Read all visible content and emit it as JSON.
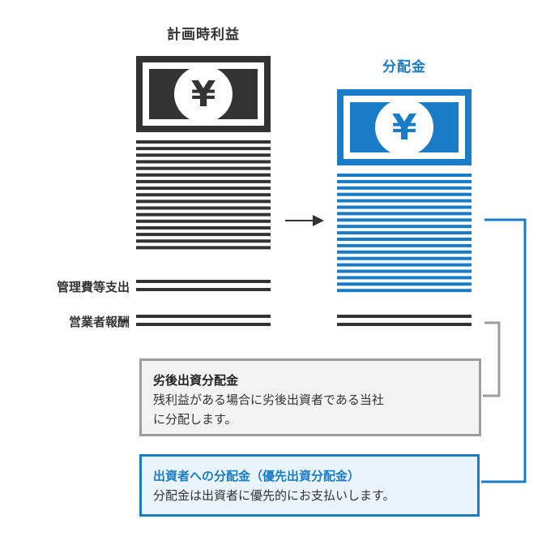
{
  "diagram": {
    "planned_profit_label": "計画時利益",
    "distribution_label": "分配金",
    "currency_symbol": "¥",
    "management_fee_label": "管理費等支出",
    "operator_fee_label": "営業者報酬",
    "subordinated_card": {
      "title": "劣後出資分配金",
      "body_line1": "残利益がある場合に劣後出資者である当社",
      "body_line2": "に分配します。"
    },
    "investor_card": {
      "title": "出資者への分配金（優先出資分配金）",
      "body": "分配金は出資者に優先的にお支払いします。"
    }
  },
  "colors": {
    "dark": "#333333",
    "blue": "#1a7cc7",
    "gray": "#9e9e9e"
  }
}
